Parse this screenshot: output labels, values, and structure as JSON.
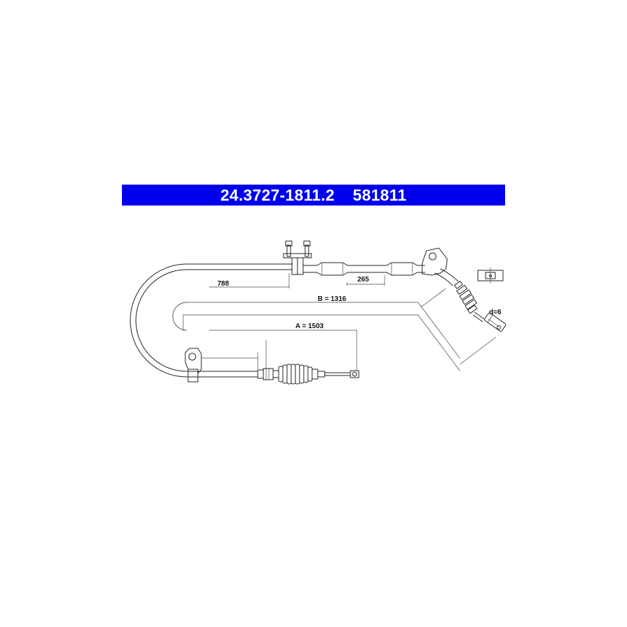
{
  "header": {
    "part_number": "24.3727-1811.2",
    "ref_number": "581811",
    "background_color": "#0000ee",
    "text_color": "#ffffff"
  },
  "dimensions": {
    "d788": "788",
    "d265": "265",
    "dB": "B = 1316",
    "dA": "A = 1503",
    "dd": "d=6"
  }
}
